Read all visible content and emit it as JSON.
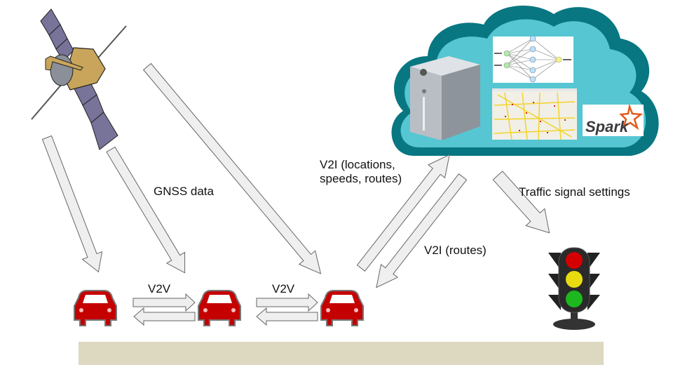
{
  "labels": {
    "gnss": "GNSS data",
    "v2v_left": "V2V",
    "v2v_right": "V2V",
    "v2i_up_line1": "V2I (locations,",
    "v2i_up_line2": "speeds, routes)",
    "v2i_down": "V2I (routes)",
    "traffic": "Traffic signal settings"
  },
  "cloud": {
    "spark_label": "Spark"
  },
  "colors": {
    "cloud_fill": "#55c6d2",
    "cloud_border": "#087782",
    "road": "#ddd8c0",
    "car": "#c40000",
    "arrow_fill": "#efefef",
    "spark_orange": "#e25a1c"
  }
}
